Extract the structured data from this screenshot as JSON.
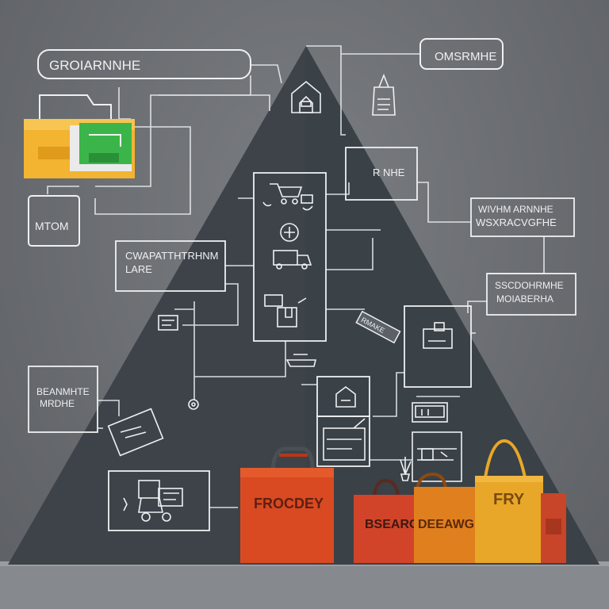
{
  "labels": {
    "top_left": "GROIARNNHE",
    "top_right": "OMSRMHE",
    "mid_right": "R NHE",
    "mid_left_small": "MTOM",
    "right_long_1": "WIVHM ARNNHE",
    "right_long_2": "WSXRACVGFHE",
    "left_wide_1": "CWAPATTHTRHNM",
    "left_wide_2": "LARE",
    "right_3_1": "SSCDOHRMHE",
    "right_3_2": "MOIABERHA",
    "left_low_1": "BEANMHTE",
    "left_low_2": "MRDHE",
    "tag": "RMAKE"
  },
  "bags": [
    {
      "label": "FROCDEY",
      "color": "#d94a22"
    },
    {
      "label": "BSEARG",
      "color": "#d2442a"
    },
    {
      "label": "DEEAWG",
      "color": "#e07f1e"
    },
    {
      "label": "FRY",
      "color": "#e8a728"
    },
    {
      "label": "",
      "color": "#c8452a"
    }
  ],
  "colors": {
    "background": "#6b6e72",
    "pyramid": "#3d4349",
    "line": "#e9ecef",
    "folder_yellow": "#f2b431",
    "folder_green": "#3bb54a"
  }
}
